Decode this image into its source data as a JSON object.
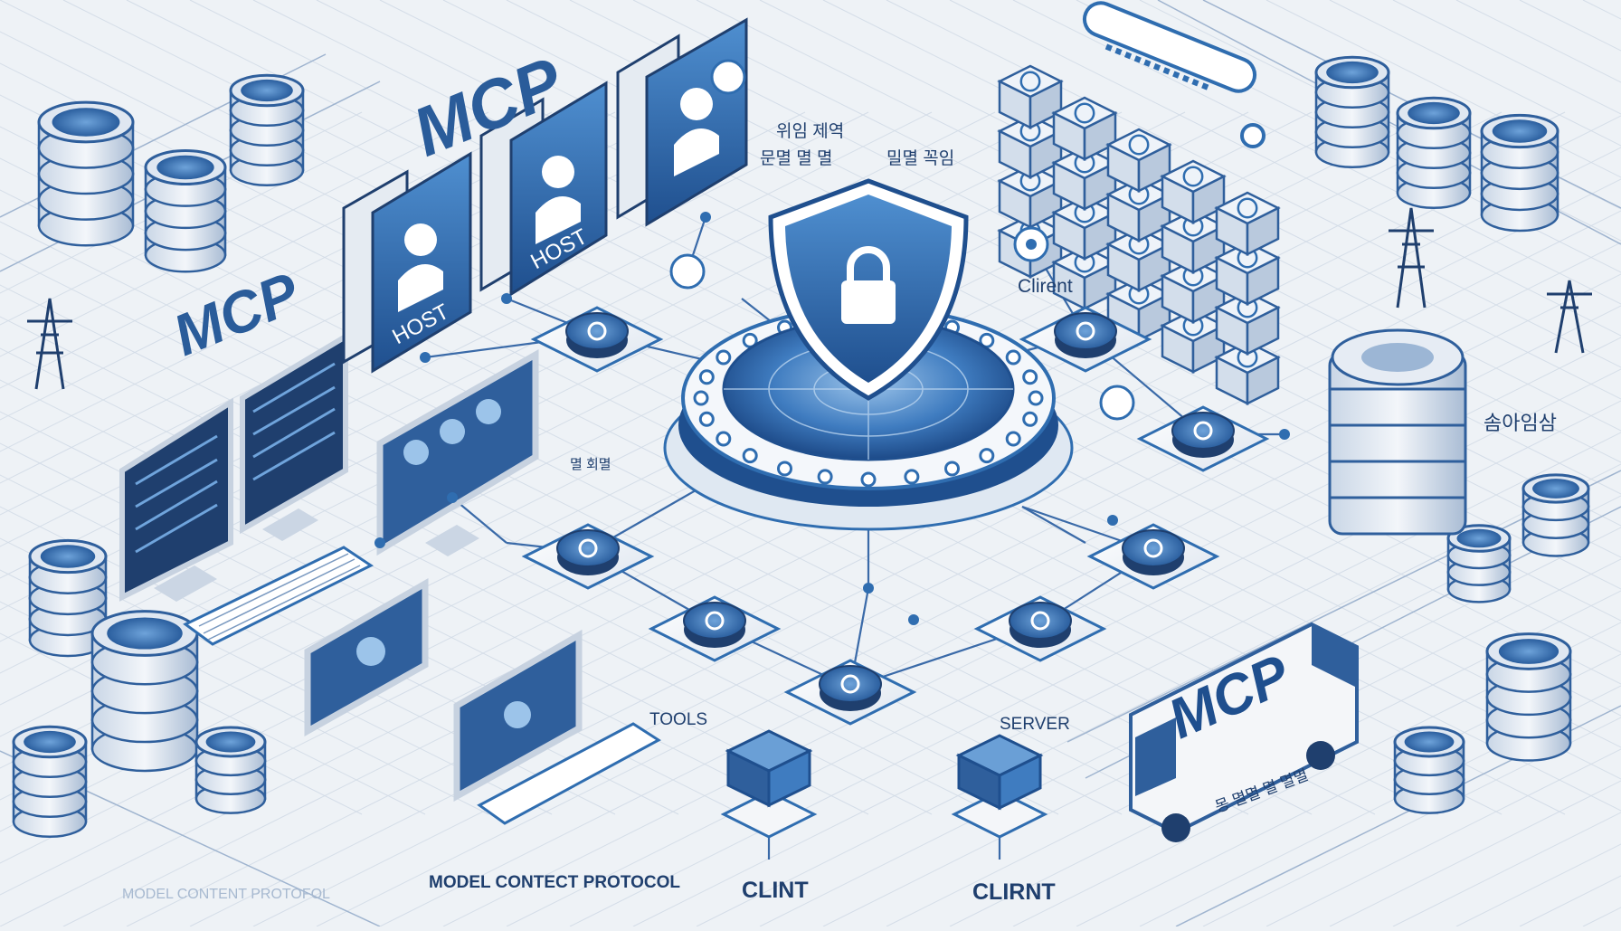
{
  "labels": {
    "mcp_top": "MCP",
    "mcp_left": "MCP",
    "mcp_bus": "MCP",
    "host_1": "HOST",
    "host_2": "HOST",
    "client_right": "Clirent",
    "tools": "TOOLS",
    "server": "SERVER",
    "client_bottom_1": "CLINT",
    "client_bottom_2": "CLIRNT",
    "model_context_protocol": "MODEL CONTECT PROTOCOL",
    "model_context_faded": "MODEL CONTENT PROTOFOL",
    "korean_1": "위임 제역",
    "korean_2": "문멸 멸 멸",
    "korean_3": "밀멸 꼭임",
    "korean_4": "솜아임삼",
    "korean_5": "멸 회멸",
    "korean_6": "몽 멸멸 멸 멸멸",
    "topbar_text": "■ ■ ■ ■ ■ ■ ■ ■ ■ ■ ■"
  },
  "colors": {
    "primary_blue": "#2f6db0",
    "dark_blue": "#1c4a86",
    "light_panel": "#f4f6f9",
    "line": "#3a6aa8",
    "background": "#eef2f6"
  },
  "icons": {
    "center": "shield-lock-icon",
    "host": "user-icon",
    "node": "circle-glyph-icon",
    "db": "database-cylinder-icon",
    "tower": "power-tower-icon",
    "bus": "bus-icon"
  }
}
